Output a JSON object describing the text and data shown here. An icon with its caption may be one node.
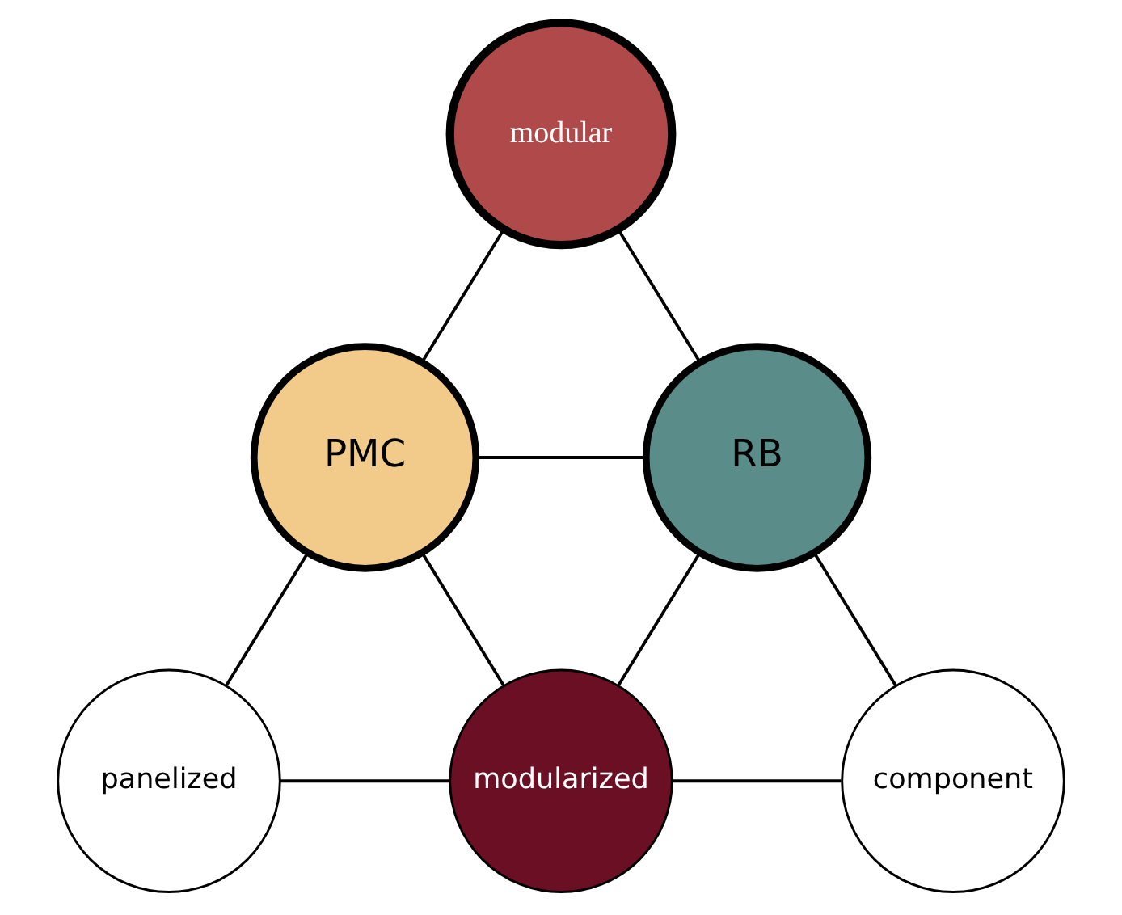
{
  "diagram": {
    "nodes": [
      {
        "text": [
          "modular"
        ]
      },
      {
        "text": [
          "PMC"
        ]
      },
      {
        "text": [
          "RB"
        ]
      },
      {
        "text": [
          "panelized"
        ]
      },
      {
        "text": [
          "modularized"
        ]
      },
      {
        "text": [
          "component"
        ]
      }
    ],
    "edges": [
      {
        "from": 0,
        "to": 1,
        "arrow": "none"
      },
      {
        "from": 0,
        "to": 2,
        "arrow": "none"
      },
      {
        "from": 1,
        "to": 2,
        "arrow": "none"
      },
      {
        "from": 1,
        "to": 3,
        "arrow": "none"
      },
      {
        "from": 1,
        "to": 4,
        "arrow": "none"
      },
      {
        "from": 2,
        "to": 4,
        "arrow": "none"
      },
      {
        "from": 2,
        "to": 5,
        "arrow": "none"
      },
      {
        "from": 3,
        "to": 4,
        "arrow": "none"
      },
      {
        "from": 4,
        "to": 5,
        "arrow": "none"
      }
    ]
  }
}
